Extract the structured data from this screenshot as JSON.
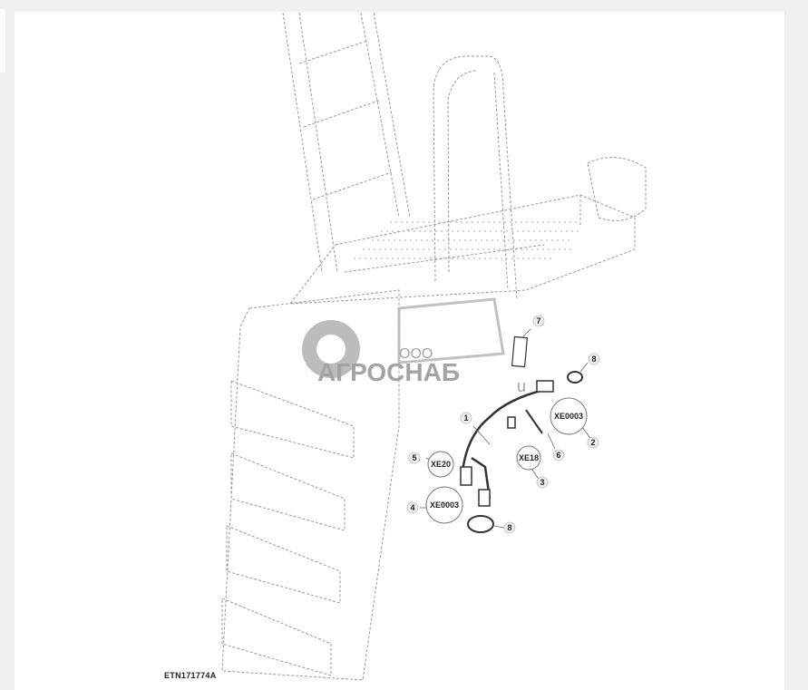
{
  "figure": {
    "id": "ETN171774A",
    "callouts": [
      {
        "num": "1"
      },
      {
        "num": "2",
        "label": "XE0003"
      },
      {
        "num": "3",
        "label": "XE18"
      },
      {
        "num": "4",
        "label": "XE0003"
      },
      {
        "num": "5",
        "label": "XE20"
      },
      {
        "num": "6"
      },
      {
        "num": "7"
      },
      {
        "num": "8"
      },
      {
        "num": "8"
      }
    ]
  },
  "watermark": {
    "line1": "ООО",
    "line2": "АГРОСНАБ",
    "suffix": "u"
  },
  "colors": {
    "background": "#efefef",
    "sheet": "#ffffff",
    "lines": "#888888",
    "text": "#222222"
  }
}
